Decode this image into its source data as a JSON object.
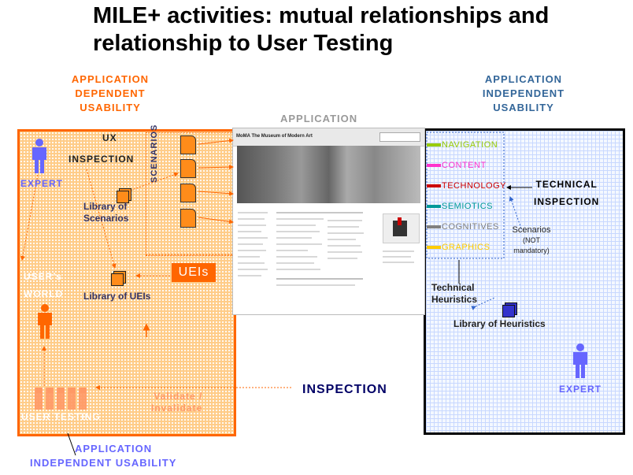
{
  "title": "MILE+ activities: mutual relationships and relationship to User Testing",
  "header": {
    "app_dependent": [
      "APPLICATION",
      "DEPENDENT",
      "USABILITY"
    ],
    "app_independent": [
      "APPLICATION",
      "INDEPENDENT",
      "USABILITY"
    ],
    "application": "APPLICATION"
  },
  "left": {
    "ux": "UX",
    "inspection": "INSPECTION",
    "expert": "EXPERT",
    "scenarios": "SCENARIOS",
    "library_scenarios": [
      "Library of",
      "Scenarios"
    ],
    "users_world": [
      "USER’s",
      "WORLD"
    ],
    "library_ueis": "Library of UEIs",
    "ueis": "UEIs",
    "validate": [
      "Validate /",
      "Invalidate"
    ],
    "user_testing": "USER TESTING"
  },
  "center": {
    "inspection": "INSPECTION",
    "moma_title": "MoMA The Museum of Modern Art"
  },
  "right": {
    "heuristics": [
      {
        "label": "NAVIGATION",
        "color": "#99cc00"
      },
      {
        "label": "CONTENT",
        "color": "#ff33cc"
      },
      {
        "label": "TECHNOLOGY",
        "color": "#cc0000"
      },
      {
        "label": "SEMIOTICS",
        "color": "#009999"
      },
      {
        "label": "COGNITIVES",
        "color": "#808080"
      },
      {
        "label": "GRAPHICS",
        "color": "#ffcc00"
      }
    ],
    "technical": "TECHNICAL",
    "inspection": "INSPECTION",
    "scenarios_note": [
      "Scenarios",
      "(NOT",
      "mandatory)"
    ],
    "technical_heuristics": [
      "Technical",
      "Heuristics"
    ],
    "library_heuristics": "Library of Heuristics",
    "expert": "EXPERT"
  },
  "footer": {
    "app_independent": [
      "APPLICATION",
      "INDEPENDENT USABILITY"
    ]
  },
  "colors": {
    "orange": "#ff6600",
    "blue": "#336699",
    "expert_blue": "#6666ff"
  }
}
